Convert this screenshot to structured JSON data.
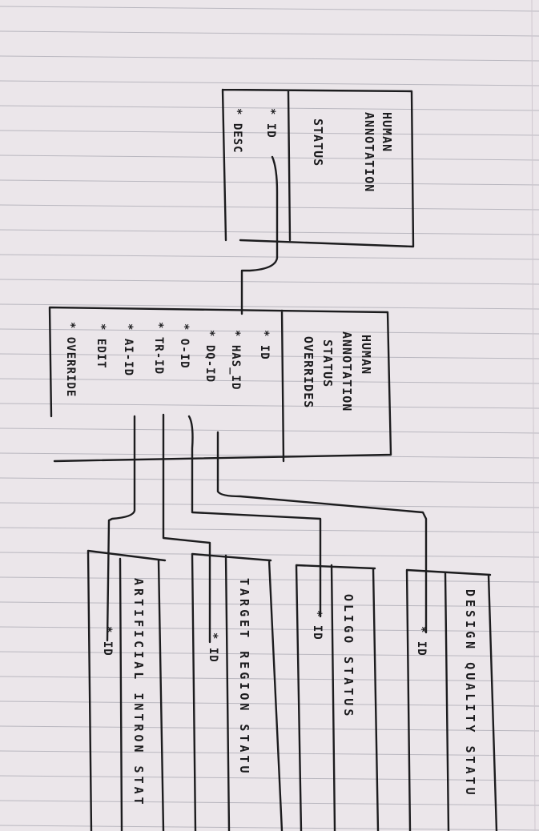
{
  "diagram": {
    "entities": {
      "human_annotation_status": {
        "title_lines": [
          "HUMAN",
          "ANNOTATION",
          "STATUS"
        ],
        "attributes": [
          "* ID",
          "* DESC"
        ]
      },
      "human_annotation_status_overrides": {
        "title_lines": [
          "HUMAN",
          "ANNOTATION",
          "STATUS",
          "OVERRIDES"
        ],
        "attributes": [
          "* ID",
          "* HAS_ID",
          "* DQ-ID",
          "* O-ID",
          "* TR-ID",
          "* AI-ID",
          "* EDIT",
          "* OVERRIDE"
        ]
      },
      "artificial_intron_status": {
        "title": "ARTIFICIAL INTRON STAT",
        "attributes": [
          "* ID"
        ]
      },
      "target_region_status": {
        "title": "TARGET REGION STATU",
        "attributes": [
          "* ID"
        ]
      },
      "oligo_status": {
        "title": "OLIGO STATUS",
        "attributes": [
          "* ID"
        ]
      },
      "design_quality_status": {
        "title": "DESIGN QUALITY STATU",
        "attributes": [
          "* ID"
        ]
      }
    }
  }
}
